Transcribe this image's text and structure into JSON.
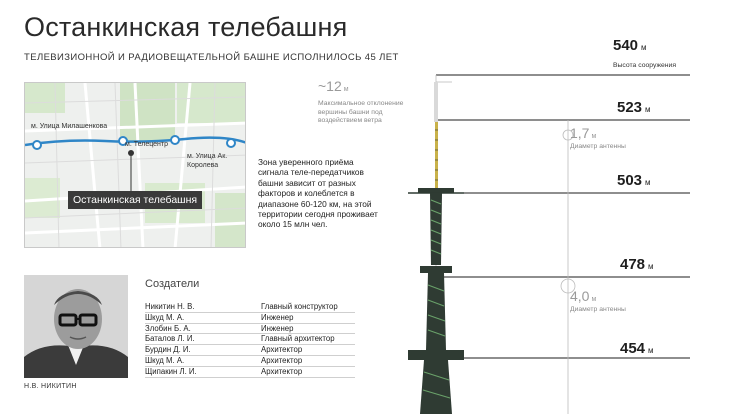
{
  "title": "Останкинская телебашня",
  "subtitle": "ТЕЛЕВИЗИОННОЙ И РАДИОВЕЩАТЕЛЬНОЙ БАШНЕ ИСПОЛНИЛОСЬ 45 ЛЕТ",
  "map": {
    "stations": [
      {
        "name": "м. Улица Милашенкова"
      },
      {
        "name": "м. Телецентр"
      },
      {
        "name": "м. Улица Ак. Королева"
      }
    ],
    "tower_tag": "Останкинская телебашня"
  },
  "zone_text": "Зона уверенного приёма сигнала теле-передатчиков башни зависит от разных факторов и колеблется в диапазоне 60-120 км, на этой территории сегодня проживает около 15 млн чел.",
  "photo_caption": "Н.В. НИКИТИН",
  "creators": {
    "heading": "Создатели",
    "rows": [
      {
        "name": "Никитин Н. В.",
        "role": "Главный конструктор"
      },
      {
        "name": "Шкуд М. А.",
        "role": "Инженер"
      },
      {
        "name": "Злобин Б. А.",
        "role": "Инженер"
      },
      {
        "name": "Баталов Л. И.",
        "role": "Главный архитектор"
      },
      {
        "name": "Бурдин Д. И.",
        "role": "Архитектор"
      },
      {
        "name": "Шкуд М. А.",
        "role": "Архитектор"
      },
      {
        "name": "Щипакин Л. И.",
        "role": "Архитектор"
      }
    ]
  },
  "tower": {
    "unit": "м",
    "heights": [
      {
        "value": "540",
        "caption": "Высота сооружения"
      },
      {
        "value": "523",
        "caption": ""
      },
      {
        "value": "503",
        "caption": ""
      },
      {
        "value": "478",
        "caption": ""
      },
      {
        "value": "454",
        "caption": ""
      }
    ],
    "deflection": {
      "value": "~12",
      "unit": "м",
      "note": "Максимальное отклонение вершины башни под воздействием ветра"
    },
    "antenna_top": {
      "value": "1,7",
      "unit": "м",
      "note": "Диаметр антенны"
    },
    "antenna_mid": {
      "value": "4,0",
      "unit": "м",
      "note": "Диаметр антенны"
    }
  },
  "colors": {
    "map_metro": "#2f86c7",
    "map_green": "#cfe3c4",
    "tower_dark": "#2f3b33",
    "tower_accent": "#6aa26a"
  }
}
